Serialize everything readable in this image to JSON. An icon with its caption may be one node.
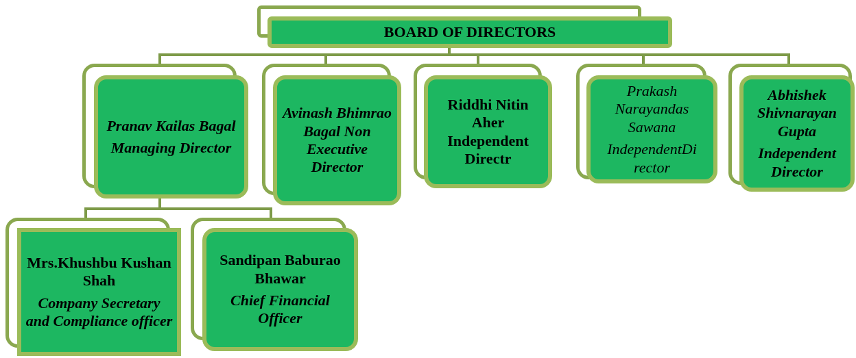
{
  "diagram": {
    "nodes": [
      {
        "text": [
          "BOARD OF DIRECTORS"
        ]
      },
      {
        "text": [
          "Pranav Kailas Bagal",
          "Managing Director"
        ]
      },
      {
        "text": [
          "Avinash Bhimrao Bagal  Non Executive Director"
        ]
      },
      {
        "text": [
          "Riddhi Nitin Aher Independent Directr"
        ]
      },
      {
        "text": [
          "Prakash Narayandas Sawana",
          "IndependentDi rector"
        ]
      },
      {
        "text": [
          "Abhishek Shivnarayan Gupta",
          "Independent Director"
        ]
      },
      {
        "text": [
          "Mrs.Khushbu Kushan Shah",
          "Company Secretary and Compliance officer"
        ]
      },
      {
        "text": [
          "Sandipan Baburao Bhawar",
          "Chief Financial Officer"
        ]
      }
    ],
    "edges": [
      {
        "from": 0,
        "to": 1,
        "arrow": "none"
      },
      {
        "from": 0,
        "to": 2,
        "arrow": "none"
      },
      {
        "from": 0,
        "to": 3,
        "arrow": "none"
      },
      {
        "from": 0,
        "to": 4,
        "arrow": "none"
      },
      {
        "from": 0,
        "to": 5,
        "arrow": "none"
      },
      {
        "from": 1,
        "to": 6,
        "arrow": "none"
      },
      {
        "from": 1,
        "to": 7,
        "arrow": "none"
      }
    ]
  }
}
